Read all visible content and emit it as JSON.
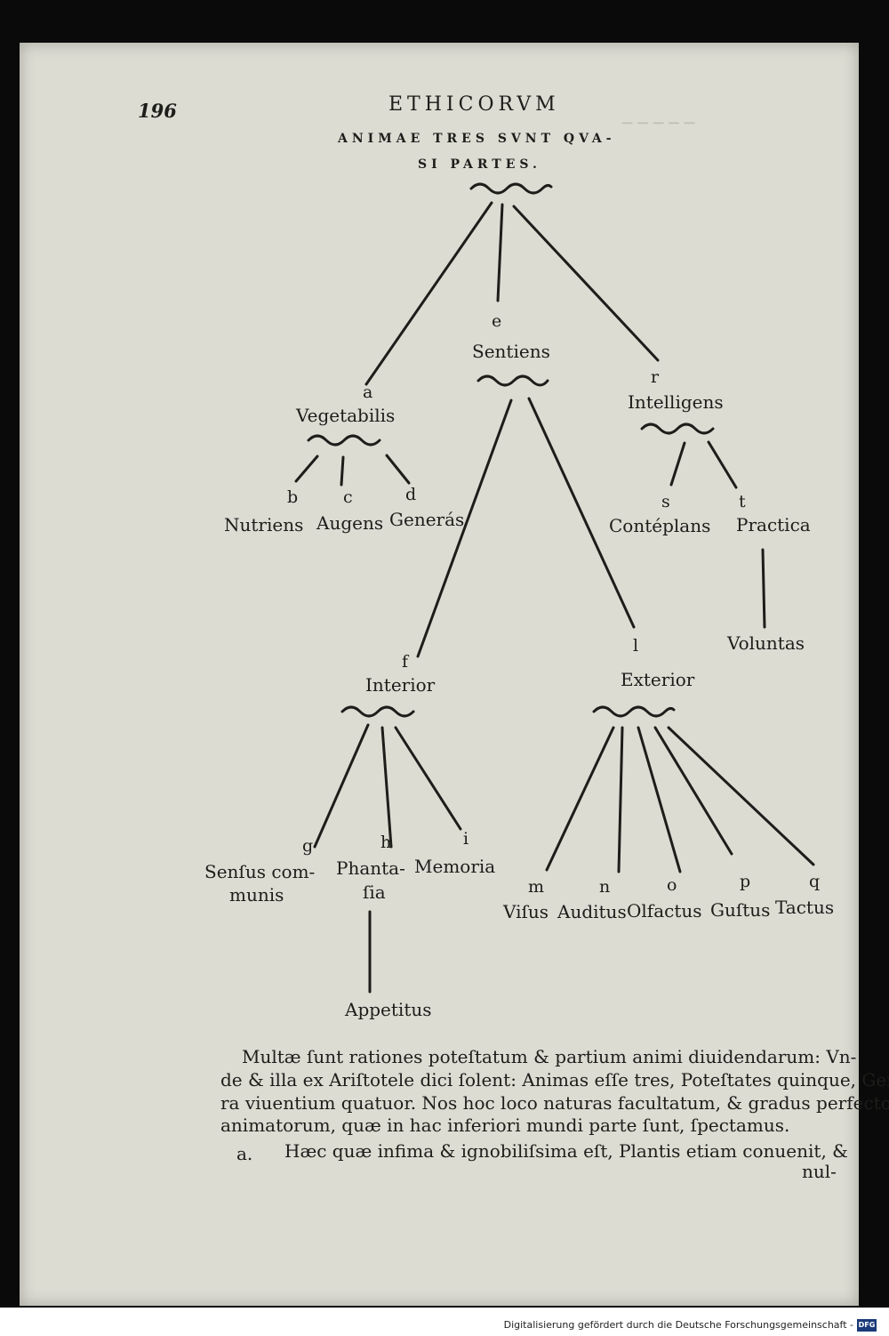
{
  "header": {
    "page_number": "196",
    "running_head": "ETHICORVM",
    "caption_line1": "ANIMAE TRES SVNT QVA-",
    "caption_line2": "SI PARTES."
  },
  "diagram": {
    "e": {
      "letter": "e",
      "label": "Sentiens"
    },
    "a": {
      "letter": "a",
      "label": "Vegetabilis"
    },
    "r": {
      "letter": "r",
      "label": "Intelligens"
    },
    "b": {
      "letter": "b",
      "label": "Nutriens"
    },
    "c": {
      "letter": "c",
      "label": "Augens"
    },
    "d": {
      "letter": "d",
      "label": "Generás"
    },
    "s": {
      "letter": "s",
      "label": "Contéplans"
    },
    "t": {
      "letter": "t",
      "label": "Practica"
    },
    "voluntas": "Voluntas",
    "f": {
      "letter": "f",
      "label": "Interior"
    },
    "l": {
      "letter": "l",
      "label": "Exterior"
    },
    "g": {
      "letter": "g",
      "label1": "Senſus com-",
      "label2": "munis"
    },
    "h": {
      "letter": "h",
      "label1": "Phanta-",
      "label2": "ſia"
    },
    "i": {
      "letter": "i",
      "label": "Memoria"
    },
    "appetitus": "Appetitus",
    "m": {
      "letter": "m",
      "label": "Viſus"
    },
    "n": {
      "letter": "n",
      "label": "Auditus"
    },
    "o": {
      "letter": "o",
      "label": "Olfactus"
    },
    "p": {
      "letter": "p",
      "label": "Guſtus"
    },
    "q": {
      "letter": "q",
      "label": "Tactus"
    }
  },
  "body": {
    "line1": "Multæ ſunt rationes poteſtatum & partium animi diuidendarum: Vn-",
    "line2": "de & illa ex Ariſtotele dici ſolent: Animas eſſe tres, Poteſtates quinque, Gene",
    "line3": "ra viuentium quatuor.  Nos hoc loco naturas facultatum, & gradus perfectos",
    "line4": "animatorum, quæ in hac inferiori mundi parte ſunt, ſpectamus.",
    "line5_marker": "a.",
    "line5": "Hæc quæ infima & ignobiliſsima eſt, Plantis etiam conuenit, &",
    "line6": "nul-"
  },
  "footer": {
    "credit": "Digitalisierung gefördert durch die Deutsche Forschungsgemeinschaft -",
    "logo": "DFG"
  }
}
